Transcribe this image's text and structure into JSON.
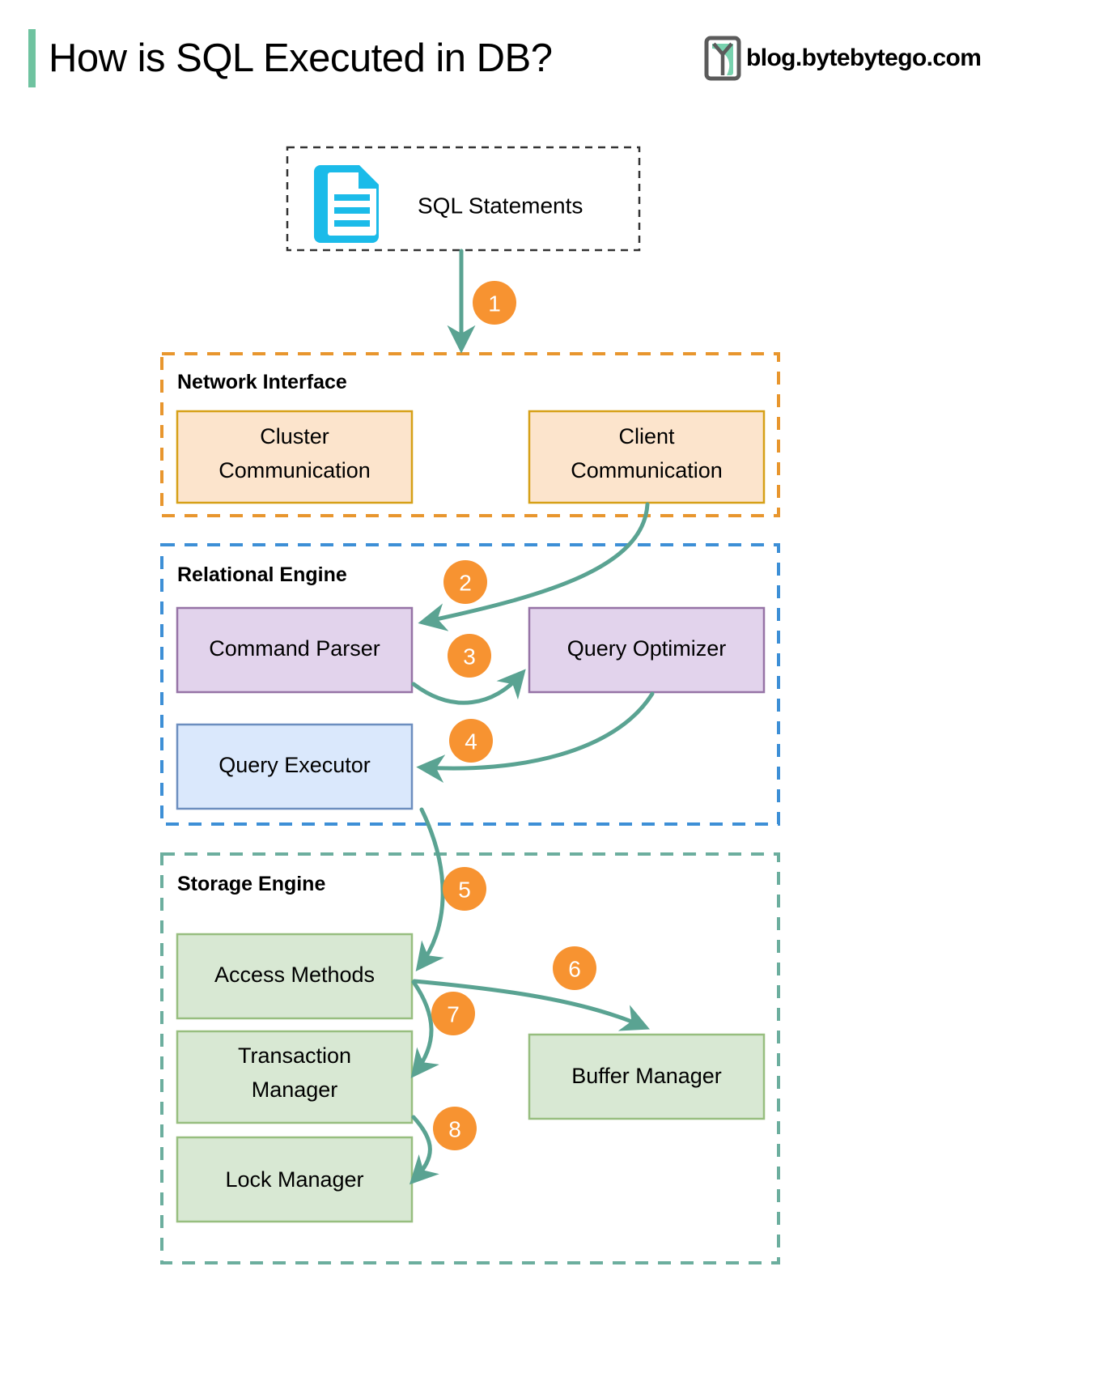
{
  "header": {
    "title": "How is SQL Executed in DB?",
    "brand": "blog.bytebytego.com",
    "logo_icon": "bytebytego-logo-icon",
    "accent_color": "#6FC3A0"
  },
  "source": {
    "label": "SQL Statements",
    "icon": "document-lines-icon",
    "icon_color": "#1BBBE9",
    "border_style": "dashed",
    "border_color": "#333333"
  },
  "groups": [
    {
      "id": "network-interface",
      "label": "Network Interface",
      "border_color": "#E8962E",
      "nodes": [
        {
          "id": "cluster-communication",
          "label": "Cluster Communication",
          "fill": "#FCE4CC",
          "stroke": "#D6A017"
        },
        {
          "id": "client-communication",
          "label": "Client Communication",
          "fill": "#FCE4CC",
          "stroke": "#D6A017"
        }
      ]
    },
    {
      "id": "relational-engine",
      "label": "Relational Engine",
      "border_color": "#3D8FD6",
      "nodes": [
        {
          "id": "command-parser",
          "label": "Command Parser",
          "fill": "#E2D3EC",
          "stroke": "#9673A6"
        },
        {
          "id": "query-optimizer",
          "label": "Query Optimizer",
          "fill": "#E2D3EC",
          "stroke": "#9673A6"
        },
        {
          "id": "query-executor",
          "label": "Query Executor",
          "fill": "#DAE8FC",
          "stroke": "#6C8EBF"
        }
      ]
    },
    {
      "id": "storage-engine",
      "label": "Storage Engine",
      "border_color": "#6CAE9E",
      "nodes": [
        {
          "id": "access-methods",
          "label": "Access Methods",
          "fill": "#D8E8D3",
          "stroke": "#97BE7F"
        },
        {
          "id": "transaction-manager",
          "label": "Transaction Manager",
          "fill": "#D8E8D3",
          "stroke": "#97BE7F"
        },
        {
          "id": "lock-manager",
          "label": "Lock Manager",
          "fill": "#D8E8D3",
          "stroke": "#97BE7F"
        },
        {
          "id": "buffer-manager",
          "label": "Buffer Manager",
          "fill": "#D8E8D3",
          "stroke": "#97BE7F"
        }
      ]
    }
  ],
  "steps": [
    {
      "number": "1",
      "from": "SQL Statements",
      "to": "Network Interface"
    },
    {
      "number": "2",
      "from": "Client Communication",
      "to": "Command Parser"
    },
    {
      "number": "3",
      "from": "Command Parser",
      "to": "Query Optimizer"
    },
    {
      "number": "4",
      "from": "Query Optimizer",
      "to": "Query Executor"
    },
    {
      "number": "5",
      "from": "Query Executor",
      "to": "Access Methods"
    },
    {
      "number": "6",
      "from": "Access Methods",
      "to": "Buffer Manager"
    },
    {
      "number": "7",
      "from": "Access Methods",
      "to": "Transaction Manager"
    },
    {
      "number": "8",
      "from": "Transaction Manager",
      "to": "Lock Manager"
    }
  ],
  "style": {
    "arrow_color": "#5AA392",
    "badge_color": "#F79331",
    "badge_text_color": "#FFFFFF"
  },
  "node_labels": {
    "cluster_communication_line1": "Cluster",
    "cluster_communication_line2": "Communication",
    "client_communication_line1": "Client",
    "client_communication_line2": "Communication",
    "command_parser": "Command Parser",
    "query_optimizer": "Query Optimizer",
    "query_executor": "Query Executor",
    "access_methods": "Access Methods",
    "transaction_manager_line1": "Transaction",
    "transaction_manager_line2": "Manager",
    "lock_manager": "Lock Manager",
    "buffer_manager": "Buffer Manager"
  }
}
